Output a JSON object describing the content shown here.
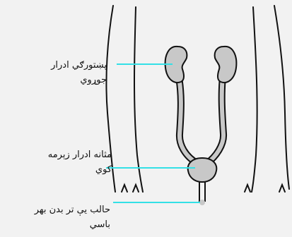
{
  "labels": {
    "kidneys": {
      "line1": "پښتورګي ادرار",
      "line2": "جوړوي"
    },
    "bladder": {
      "line1": "مثانه ادرار زېرمه",
      "line2": "کوي"
    },
    "urethra": {
      "line1": "حالب يې تر بدن بهر",
      "line2": "باسي"
    }
  },
  "colors": {
    "background": "#f2f2f2",
    "outline": "#111111",
    "organ_fill": "#c8c8c8",
    "pointer_line": "#33e0e6"
  }
}
